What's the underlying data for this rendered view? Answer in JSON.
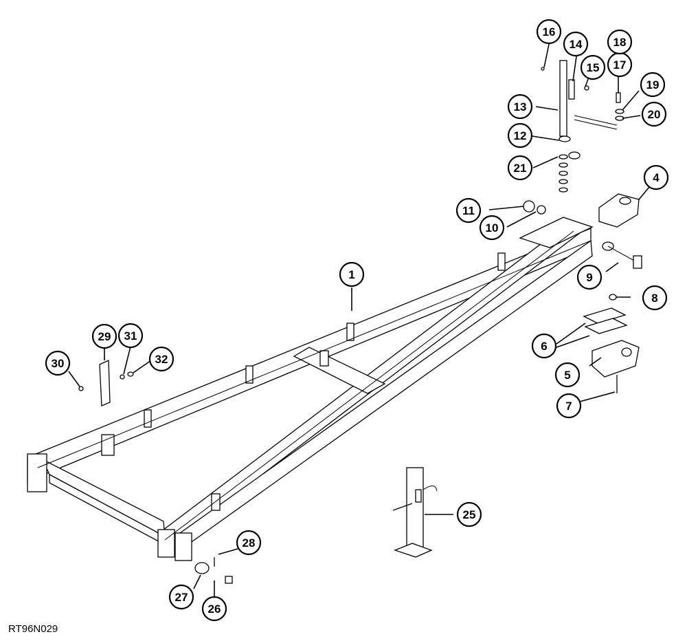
{
  "figure": {
    "reference_code": "RT96N029",
    "callouts": [
      "1",
      "4",
      "5",
      "6",
      "7",
      "8",
      "9",
      "10",
      "11",
      "12",
      "13",
      "14",
      "15",
      "16",
      "17",
      "18",
      "19",
      "20",
      "21",
      "25",
      "26",
      "27",
      "28",
      "29",
      "30",
      "31",
      "32"
    ]
  },
  "parts": {
    "frame": "frame-icon",
    "hitch_clevis": "clevis-icon",
    "hitch_mount": "hitch-bracket-icon",
    "jack_stand": "jack-stand-icon",
    "safety_chain": "chain-icon"
  }
}
